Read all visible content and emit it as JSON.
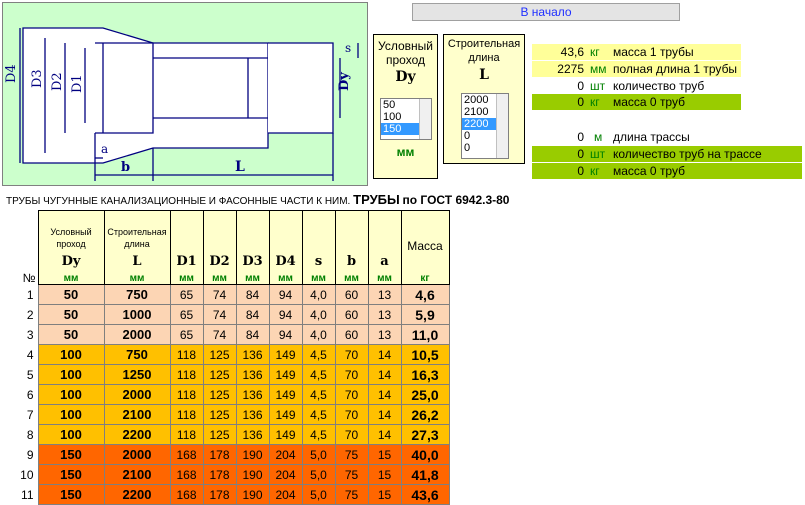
{
  "home_button": "В начало",
  "diameter_selector": {
    "title": "Условный проход",
    "symbol": "Dy",
    "unit": "мм",
    "options": [
      "50",
      "100",
      "150"
    ],
    "selected": "150"
  },
  "length_selector": {
    "title": "Строительная длина",
    "symbol": "L",
    "unit": "мм",
    "options": [
      "2000",
      "2100",
      "2200",
      "0",
      "0"
    ],
    "selected": "2200"
  },
  "info": [
    {
      "value": "43,6",
      "unit": "кг",
      "label": "масса 1 трубы"
    },
    {
      "value": "2275",
      "unit": "мм",
      "label": "полная длина 1 трубы"
    },
    {
      "value": "0",
      "unit": "шт",
      "label": "количество труб"
    },
    {
      "value": "0",
      "unit": "кг",
      "label": "масса 0 труб"
    },
    {
      "value": "0",
      "unit": "м",
      "label": "длина трассы"
    },
    {
      "value": "0",
      "unit": "шт",
      "label": "количество труб на трассе"
    },
    {
      "value": "0",
      "unit": "кг",
      "label": "масса 0 труб"
    }
  ],
  "drawing_labels": {
    "D4": "D4",
    "D3": "D3",
    "D2": "D2",
    "D1": "D1",
    "Dy": "Dy",
    "s": "s",
    "a": "a",
    "b": "b",
    "L": "L"
  },
  "caption": {
    "prefix": "ТРУБЫ ЧУГУННЫЕ КАНАЛИЗАЦИОННЫЕ И ФАСОННЫЕ ЧАСТИ К НИМ.",
    "bold": "ТРУБЫ",
    "std": "по ГОСТ 6942.3-80"
  },
  "table": {
    "col_no": "№",
    "headers": [
      {
        "top": "Условный проход",
        "sym": "Dy",
        "unit": "мм"
      },
      {
        "top": "Строительная длина",
        "sym": "L",
        "unit": "мм"
      },
      {
        "top": "",
        "sym": "D1",
        "unit": "мм"
      },
      {
        "top": "",
        "sym": "D2",
        "unit": "мм"
      },
      {
        "top": "",
        "sym": "D3",
        "unit": "мм"
      },
      {
        "top": "",
        "sym": "D4",
        "unit": "мм"
      },
      {
        "top": "",
        "sym": "s",
        "unit": "мм"
      },
      {
        "top": "",
        "sym": "b",
        "unit": "мм"
      },
      {
        "top": "",
        "sym": "a",
        "unit": "мм"
      },
      {
        "top": "Масса",
        "sym": "",
        "unit": "кг"
      }
    ],
    "rows": [
      [
        "1",
        "50",
        "750",
        "65",
        "74",
        "84",
        "94",
        "4,0",
        "60",
        "13",
        "4,6"
      ],
      [
        "2",
        "50",
        "1000",
        "65",
        "74",
        "84",
        "94",
        "4,0",
        "60",
        "13",
        "5,9"
      ],
      [
        "3",
        "50",
        "2000",
        "65",
        "74",
        "84",
        "94",
        "4,0",
        "60",
        "13",
        "11,0"
      ],
      [
        "4",
        "100",
        "750",
        "118",
        "125",
        "136",
        "149",
        "4,5",
        "70",
        "14",
        "10,5"
      ],
      [
        "5",
        "100",
        "1250",
        "118",
        "125",
        "136",
        "149",
        "4,5",
        "70",
        "14",
        "16,3"
      ],
      [
        "6",
        "100",
        "2000",
        "118",
        "125",
        "136",
        "149",
        "4,5",
        "70",
        "14",
        "25,0"
      ],
      [
        "7",
        "100",
        "2100",
        "118",
        "125",
        "136",
        "149",
        "4,5",
        "70",
        "14",
        "26,2"
      ],
      [
        "8",
        "100",
        "2200",
        "118",
        "125",
        "136",
        "149",
        "4,5",
        "70",
        "14",
        "27,3"
      ],
      [
        "9",
        "150",
        "2000",
        "168",
        "178",
        "190",
        "204",
        "5,0",
        "75",
        "15",
        "40,0"
      ],
      [
        "10",
        "150",
        "2100",
        "168",
        "178",
        "190",
        "204",
        "5,0",
        "75",
        "15",
        "41,8"
      ],
      [
        "11",
        "150",
        "2200",
        "168",
        "178",
        "190",
        "204",
        "5,0",
        "75",
        "15",
        "43,6"
      ]
    ]
  },
  "colors": {
    "dn50": "#fcd5b4",
    "dn100": "#ffc000",
    "dn150": "#ff6600",
    "yellow": "#ffff99",
    "green": "#99cc00"
  }
}
